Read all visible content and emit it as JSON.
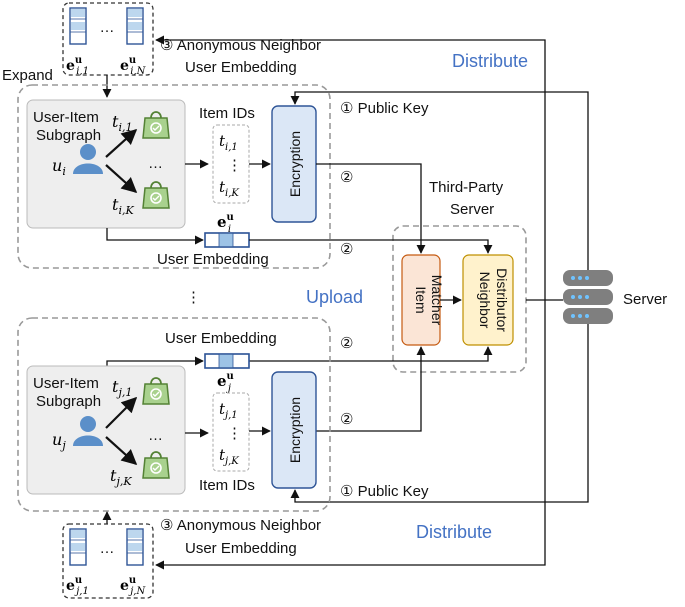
{
  "labels": {
    "expand": "Expand",
    "distribute": "Distribute",
    "upload": "Upload",
    "server": "Server",
    "third_party_server": "Third-Party Server",
    "encryption": "Encryption",
    "item_matcher": "Item Matcher",
    "neighbor_distributor": "Neighbor Distributor",
    "ellipsis_vertical": "⋮",
    "ellipsis": "…"
  },
  "client_i": {
    "neighbor_caption": "③ Anonymous Neighbor User Embedding",
    "subgraph_title": "User-Item Subgraph",
    "user": "u_i",
    "item_top": "t_{i,1}",
    "item_bottom": "t_{i,K}",
    "item_ids_title": "Item IDs",
    "id_top": "t_{i,1}",
    "id_bottom": "t_{i,K}",
    "embedding_symbol": "e_i^u",
    "embedding_caption": "User Embedding",
    "public_key": "① Public Key",
    "neighbor_emb_first": "e_{i,1}^u",
    "neighbor_emb_last": "e_{i,N}^u"
  },
  "client_j": {
    "neighbor_caption": "③ Anonymous Neighbor User Embedding",
    "subgraph_title": "User-Item Subgraph",
    "user": "u_j",
    "item_top": "t_{j,1}",
    "item_bottom": "t_{j,K}",
    "item_ids_title": "Item IDs",
    "id_top": "t_{j,1}",
    "id_bottom": "t_{j,K}",
    "embedding_symbol": "e_j^u",
    "embedding_caption": "User Embedding",
    "public_key": "① Public Key",
    "neighbor_emb_first": "e_{j,1}^u",
    "neighbor_emb_last": "e_{j,N}^u"
  },
  "step_marker": "②",
  "colors": {
    "accent_blue": "#4472c4",
    "encryption_fill": "#dbe7f6",
    "matcher_fill": "#fbe5d6",
    "distributor_fill": "#fff2cc",
    "bag_green": "#70ad47",
    "user_blue": "#5b8fc9"
  }
}
